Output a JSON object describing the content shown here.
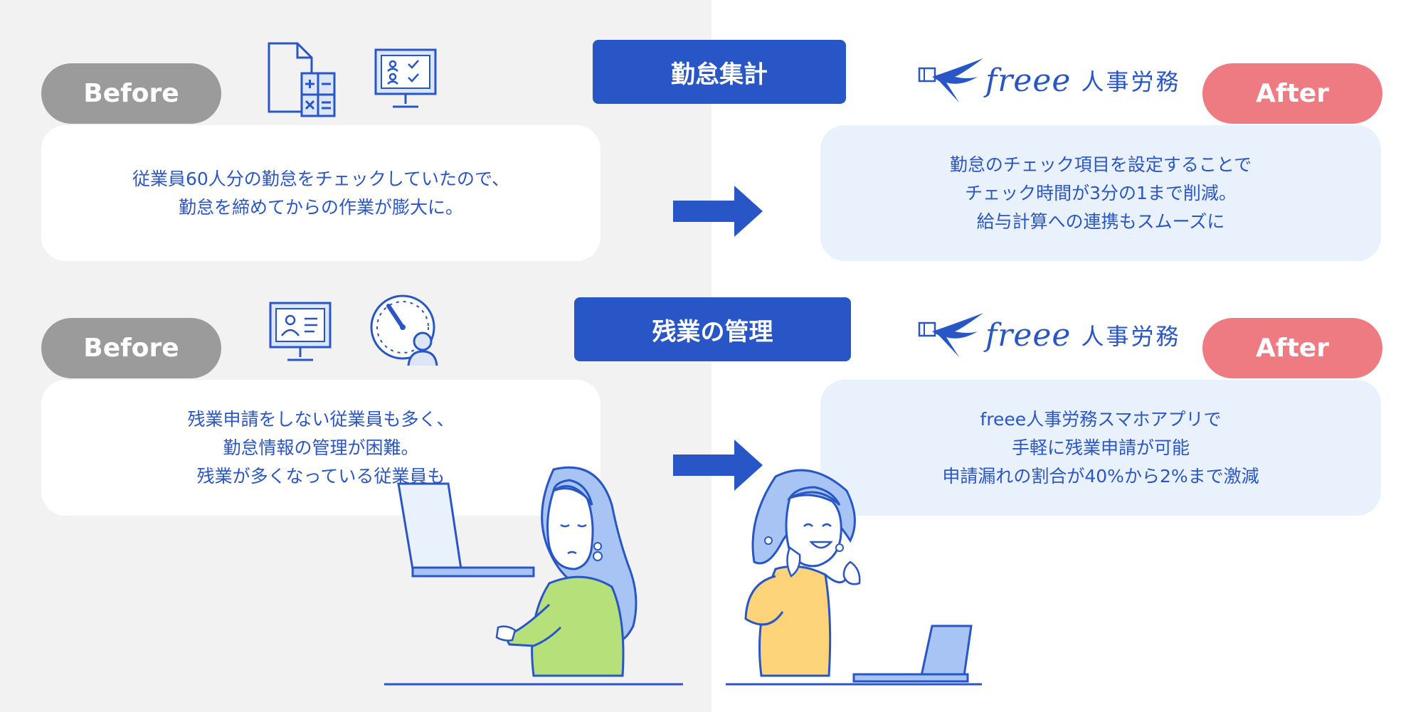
{
  "colors": {
    "accent": "#2856c6",
    "before": "#9b9b9b",
    "after": "#ee7b82",
    "left_bg": "#f2f2f2",
    "right_card": "#e9f1fc"
  },
  "section1": {
    "title": "勤怠集計",
    "before_label": "Before",
    "after_label": "After",
    "logo_word": "freee",
    "logo_jp": "人事労務",
    "before_lines": [
      "従業員60人分の勤怠をチェックしていたので、",
      "勤怠を締めてからの作業が膨大に。"
    ],
    "after_lines": [
      "勤怠のチェック項目を設定することで",
      "チェック時間が3分の1まで削減。",
      "給与計算への連携もスムーズに"
    ],
    "icons": [
      "document-calculator-icon",
      "monitor-checklist-icon"
    ]
  },
  "section2": {
    "title": "残業の管理",
    "before_label": "Before",
    "after_label": "After",
    "logo_word": "freee",
    "logo_jp": "人事労務",
    "before_lines": [
      "残業申請をしない従業員も多く、",
      "勤怠情報の管理が困難。",
      "残業が多くなっている従業員も"
    ],
    "after_lines": [
      "freee人事労務スマホアプリで",
      "手軽に残業申請が可能",
      "申請漏れの割合が40%から2%まで激減"
    ],
    "icons": [
      "monitor-profile-icon",
      "clock-person-icon"
    ]
  }
}
